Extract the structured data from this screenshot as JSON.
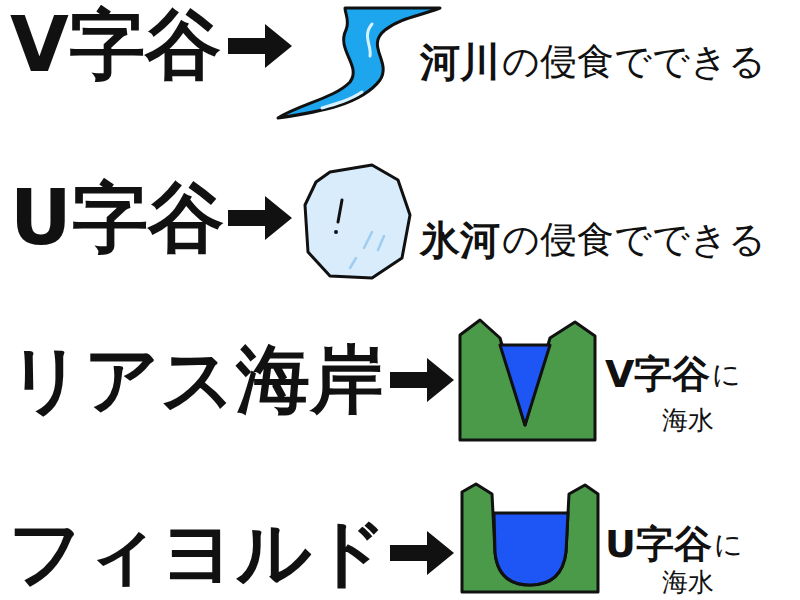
{
  "diagram": {
    "labels": [
      "V字谷",
      "河川",
      "の侵食でできる",
      "U字谷",
      "氷河",
      "の侵食でできる",
      "リアス海岸",
      "V字谷",
      "に",
      "海水",
      "フィヨルド",
      "U字谷",
      "に",
      "海水"
    ]
  }
}
